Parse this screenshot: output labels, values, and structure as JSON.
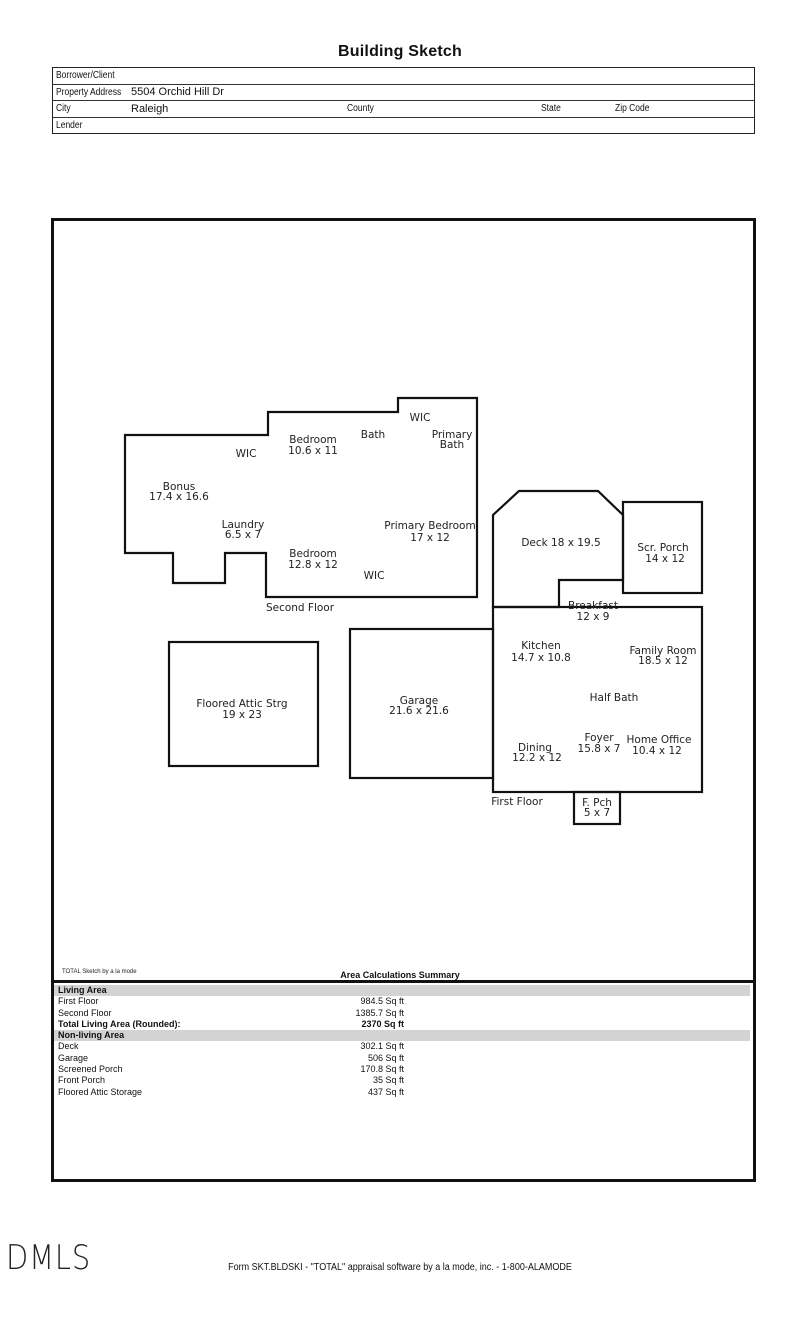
{
  "title": "Building Sketch",
  "header": {
    "borrower_label": "Borrower/Client",
    "borrower_value": "",
    "address_label": "Property Address",
    "address_value": "5504 Orchid Hill Dr",
    "city_label": "City",
    "city_value": "Raleigh",
    "county_label": "County",
    "state_label": "State",
    "zip_label": "Zip Code",
    "lender_label": "Lender"
  },
  "sketch": {
    "second_floor": {
      "label": "Second Floor",
      "rooms": [
        {
          "name": "WIC",
          "dim": ""
        },
        {
          "name": "Bedroom",
          "dim": "10.6 x 11"
        },
        {
          "name": "Bath",
          "dim": ""
        },
        {
          "name": "WIC",
          "dim": ""
        },
        {
          "name": "Primary",
          "dim": "Bath"
        },
        {
          "name": "Bonus",
          "dim": "17.4 x 16.6"
        },
        {
          "name": "Laundry",
          "dim": "6.5 x 7"
        },
        {
          "name": "Primary Bedroom",
          "dim": "17 x 12"
        },
        {
          "name": "Bedroom",
          "dim": "12.8 x 12"
        },
        {
          "name": "WIC",
          "dim": ""
        }
      ]
    },
    "deck": {
      "name": "Deck 18 x 19.5"
    },
    "screened_porch": {
      "name": "Scr. Porch",
      "dim": "14 x 12"
    },
    "first_floor": {
      "label": "First Floor",
      "rooms": [
        {
          "name": "Breakfast",
          "dim": "12 x 9"
        },
        {
          "name": "Kitchen",
          "dim": "14.7 x 10.8"
        },
        {
          "name": "Family Room",
          "dim": "18.5 x 12"
        },
        {
          "name": "Half Bath",
          "dim": ""
        },
        {
          "name": "Dining",
          "dim": "12.2 x 12"
        },
        {
          "name": "Foyer",
          "dim": "15.8 x 7"
        },
        {
          "name": "Home Office",
          "dim": "10.4 x 12"
        }
      ]
    },
    "front_porch": {
      "name": "F. Pch",
      "dim": "5 x 7"
    },
    "attic": {
      "name": "Floored Attic Strg",
      "dim": "19 x 23"
    },
    "garage": {
      "name": "Garage",
      "dim": "21.6 x 21.6"
    }
  },
  "credit": "TOTAL Sketch by a la mode",
  "summary": {
    "title": "Area Calculations Summary",
    "living_header": "Living Area",
    "living": [
      {
        "label": "First Floor",
        "value": "984.5 Sq ft"
      },
      {
        "label": "Second Floor",
        "value": "1385.7 Sq ft"
      }
    ],
    "total_label": "Total Living Area (Rounded):",
    "total_value": "2370 Sq ft",
    "nonliving_header": "Non-living Area",
    "nonliving": [
      {
        "label": "Deck",
        "value": "302.1 Sq ft"
      },
      {
        "label": "Garage",
        "value": "506 Sq ft"
      },
      {
        "label": "Screened Porch",
        "value": "170.8 Sq ft"
      },
      {
        "label": "Front Porch",
        "value": "35 Sq ft"
      },
      {
        "label": "Floored Attic Storage",
        "value": "437 Sq ft"
      }
    ]
  },
  "logo": "DMLS",
  "footer": "Form SKT.BLDSKI - \"TOTAL\" appraisal software by a la mode, inc. - 1-800-ALAMODE"
}
